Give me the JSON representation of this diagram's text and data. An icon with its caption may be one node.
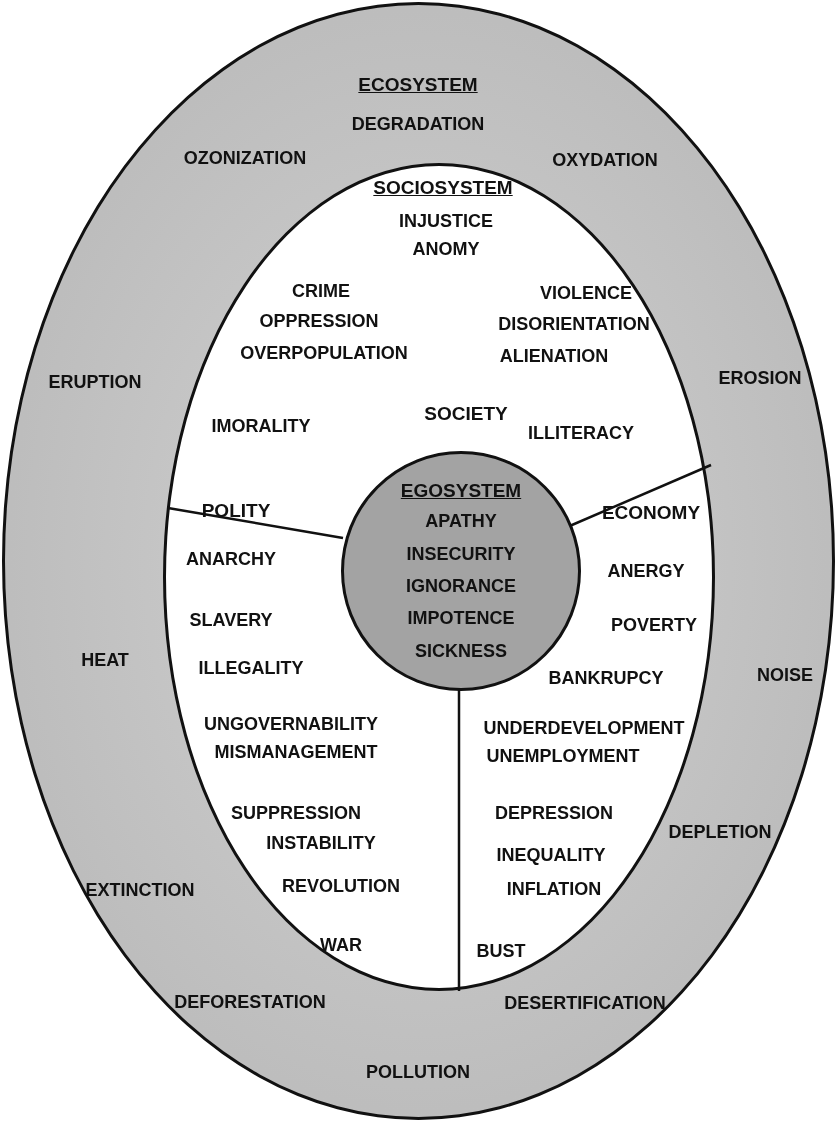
{
  "diagram": {
    "nodes": [
      {
        "text": [
          "ECOSYSTEM",
          "DEGRADATION",
          "OZONIZATION",
          "OXYDATION",
          "ERUPTION",
          "EROSION",
          "HEAT",
          "NOISE",
          "EXTINCTION",
          "DEPLETION",
          "DEFORESTATION",
          "DESERTIFICATION",
          "POLLUTION"
        ]
      },
      {
        "text": [
          "SOCIOSYSTEM"
        ],
        "in": 0
      },
      {
        "text": [
          "INJUSTICE",
          "ANOMY",
          "CRIME",
          "VIOLENCE",
          "OPPRESSION",
          "DISORIENTATION",
          "OVERPOPULATION",
          "ALIENATION",
          "SOCIETY",
          "IMORALITY",
          "ILLITERACY"
        ],
        "in": 1
      },
      {
        "text": [
          "POLITY",
          "ANARCHY",
          "SLAVERY",
          "ILLEGALITY",
          "UNGOVERNABILITY",
          "MISMANAGEMENT",
          "SUPPRESSION",
          "INSTABILITY",
          "REVOLUTION",
          "WAR"
        ],
        "in": 1
      },
      {
        "text": [
          "ECONOMY",
          "ANERGY",
          "POVERTY",
          "BANKRUPCY",
          "UNDERDEVELOPMENT",
          "UNEMPLOYMENT",
          "DEPRESSION",
          "INEQUALITY",
          "INFLATION",
          "BUST"
        ],
        "in": 1
      },
      {
        "text": [
          "EGOSYSTEM",
          "APATHY",
          "INSECURITY",
          "IGNORANCE",
          "IMPOTENCE",
          "SICKNESS"
        ],
        "in": 1
      }
    ],
    "edges": []
  }
}
